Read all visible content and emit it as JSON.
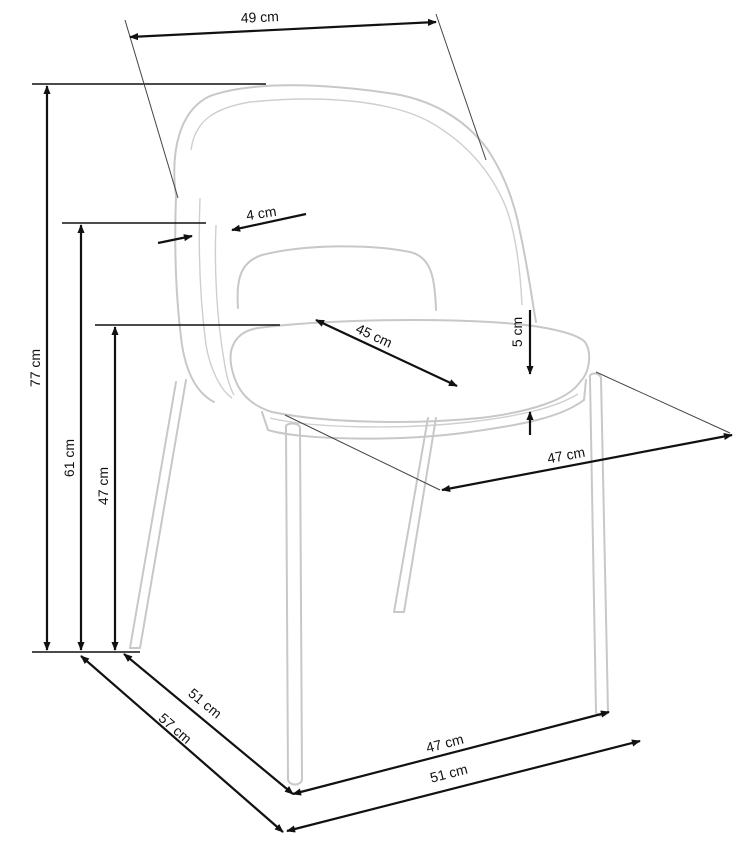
{
  "diagram": {
    "labels": {
      "back_width": "49 cm",
      "frame_thickness": "4 cm",
      "total_height": "77 cm",
      "armrest_height": "61 cm",
      "seat_height": "47 cm",
      "seat_depth": "45 cm",
      "cushion_thickness": "5 cm",
      "seat_width": "47 cm",
      "side_depth_inner": "51 cm",
      "side_depth_outer": "57 cm",
      "front_width_inner": "47 cm",
      "front_width_outer": "51 cm"
    }
  }
}
